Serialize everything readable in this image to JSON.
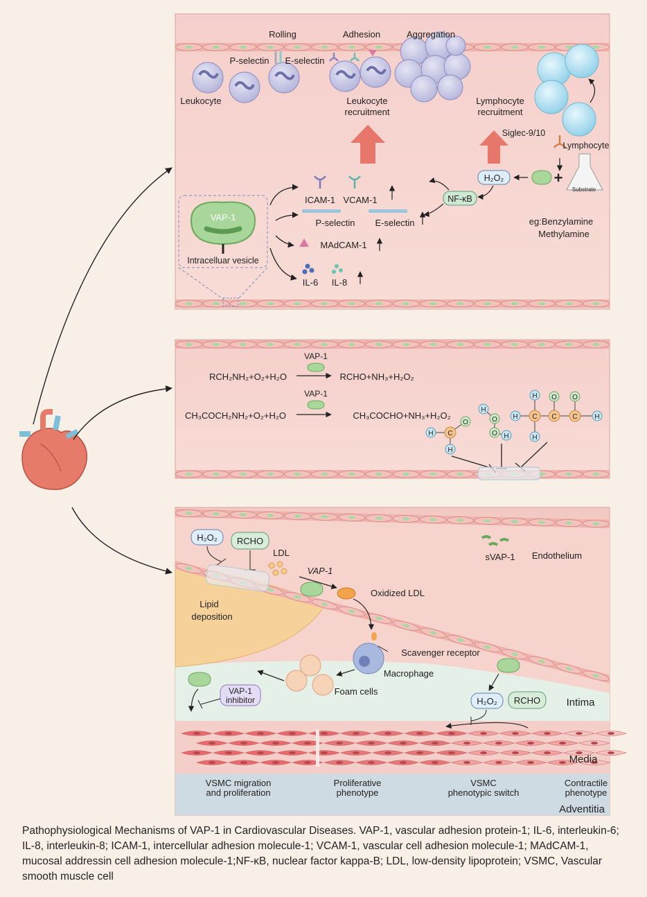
{
  "colors": {
    "panel": "#f7d8d3",
    "vessel_wall": "#efb2ad",
    "cell_body": "#f3c2bd",
    "nucleus": "#a7d9a2",
    "vap1": "#9bd08b",
    "arrow_up": "#e8776b",
    "leukocyte": "#c9c9e6",
    "lymphocyte": "#a7dcef",
    "lipid": "#f6d29a",
    "smc": "#e56b6f",
    "adventitia": "#cfdbe2",
    "intima": "#e4f0e8"
  },
  "panel1": {
    "rolling": "Rolling",
    "adhesion": "Adhesion",
    "aggregation": "Aggregation",
    "p_selectin": "P-selectin",
    "e_selectin": "E-selectin",
    "leukocyte": "Leukocyte",
    "leukocyte_recruitment_1": "Leukocyte",
    "leukocyte_recruitment_2": "recruitment",
    "lymphocyte_recruitment_1": "Lymphocyte",
    "lymphocyte_recruitment_2": "recruitment",
    "siglec": "Siglec-9/10",
    "lymphocyte": "Lymphocyte",
    "vap1": "VAP-1",
    "intracellular_vesicle": "Intracelluar vesicle",
    "icam1": "ICAM-1",
    "vcam1": "VCAM-1",
    "p_selectin_2": "P-selectin",
    "e_selectin_2": "E-selectin",
    "madcam1": "MAdCAM-1",
    "il6": "IL-6",
    "il8": "IL-8",
    "nfkb": "NF-κB",
    "h2o2": "H₂O₂",
    "substrate": "Substrate",
    "example_1": "eg:Benzylamine",
    "example_2": "Methylamine",
    "plus": "+"
  },
  "panel2": {
    "vap1_a": "VAP-1",
    "vap1_b": "VAP-1",
    "reaction1_left": "RCH₂NH₂+O₂+H₂O",
    "reaction1_right": "RCHO+NH₃+H₂O₂",
    "reaction2_left": "CH₃COCH₂NH₂+O₂+H₂O",
    "reaction2_right": "CH₃COCHO+NH₃+H₂O₂",
    "atoms": {
      "H": "H",
      "C": "C",
      "O": "O"
    }
  },
  "panel3": {
    "h2o2": "H₂O₂",
    "rcho": "RCHO",
    "ldl": "LDL",
    "vap1": "VAP-1",
    "oxidized_ldl": "Oxidized LDL",
    "svap1": "sVAP-1",
    "endothelium": "Endothelium",
    "lipid_1": "Lipid",
    "lipid_2": "deposition",
    "scavenger": "Scavenger receptor",
    "macrophage": "Macrophage",
    "foam_cells": "Foam cells",
    "inhibitor_1": "VAP-1",
    "inhibitor_2": "inhibitor",
    "h2o2_b": "H₂O₂",
    "rcho_b": "RCHO",
    "intima": "Intima",
    "media": "Media",
    "adventitia": "Adventitia",
    "vsmc_migration_1": "VSMC migration",
    "vsmc_migration_2": "and proliferation",
    "proliferative_1": "Proliferative",
    "proliferative_2": "phenotype",
    "switch_1": "VSMC",
    "switch_2": "phenotypic switch",
    "contractile_1": "Contractile",
    "contractile_2": "phenotype"
  },
  "caption": "Pathophysiological Mechanisms of VAP-1 in Cardiovascular Diseases. VAP-1, vascular adhesion protein-1; IL-6, interleukin-6; IL-8, interleukin-8; ICAM-1, intercellular adhesion molecule-1;  VCAM-1, vascular cell adhesion molecule-1; MAdCAM-1, mucosal addressin cell adhesion molecule-1;NF-κB, nuclear factor kappa-B; LDL, low-density lipoprotein; VSMC, Vascular smooth muscle cell"
}
